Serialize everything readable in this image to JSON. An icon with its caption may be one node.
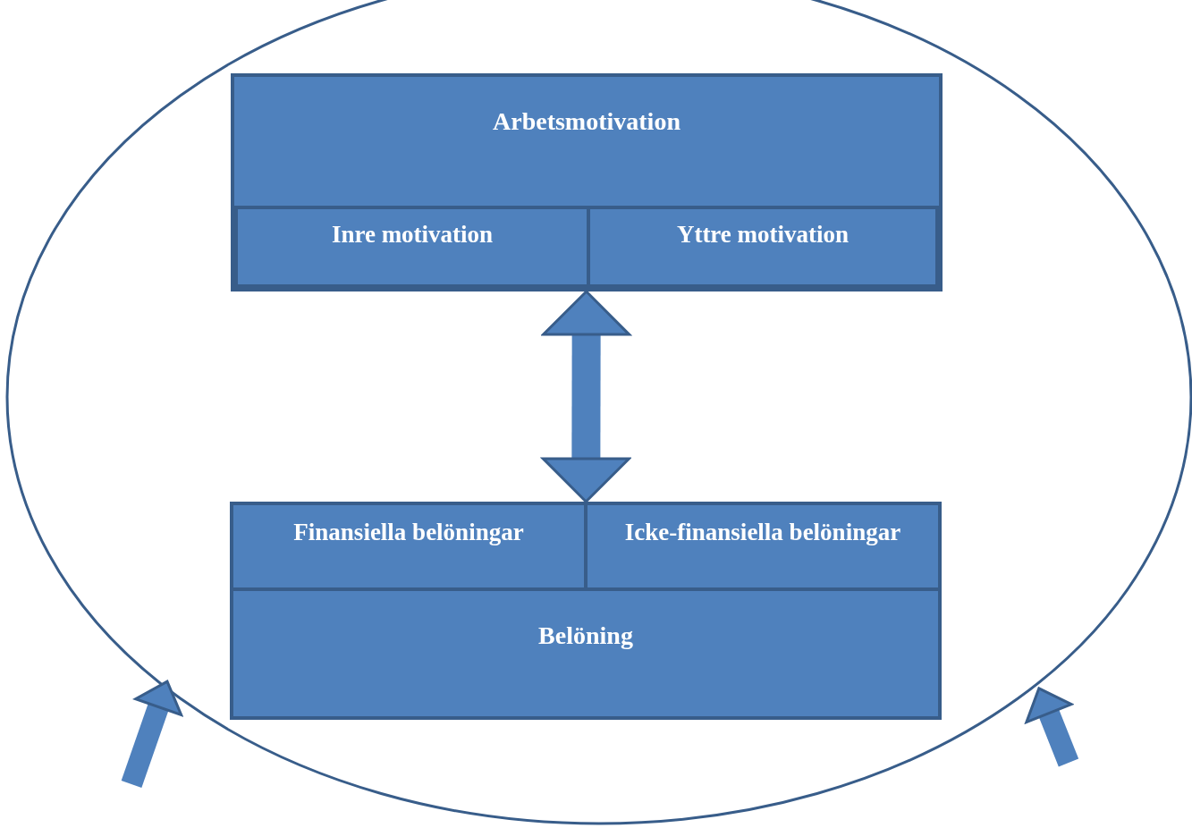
{
  "diagram": {
    "nodes": [
      {
        "text": [],
        "shape": "circle"
      },
      {
        "text": [
          "Arbetsmotivation"
        ],
        "in": 0
      },
      {
        "text": [
          "Inre motivation"
        ],
        "in": 1
      },
      {
        "text": [
          "Yttre motivation"
        ],
        "in": 1
      },
      {
        "text": [
          "Belöning"
        ],
        "in": 0
      },
      {
        "text": [
          "Finansiella belöningar"
        ],
        "in": 4
      },
      {
        "text": [
          "Icke-finansiella belöningar"
        ],
        "in": 4
      }
    ],
    "edges": [
      {
        "from": 1,
        "to": 4,
        "arrow": "both"
      },
      {
        "from": null,
        "to": 0,
        "arrow": "to"
      },
      {
        "from": null,
        "to": 0,
        "arrow": "to"
      }
    ]
  }
}
